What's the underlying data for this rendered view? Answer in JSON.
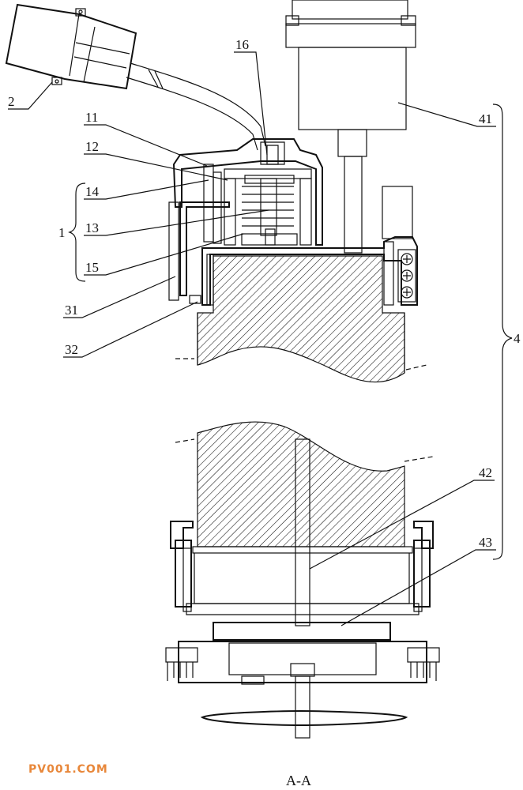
{
  "labels": {
    "l2": "2",
    "l1": "1",
    "l11": "11",
    "l12": "12",
    "l13": "13",
    "l14": "14",
    "l15": "15",
    "l16": "16",
    "l31": "31",
    "l32": "32",
    "l4": "4",
    "l41": "41",
    "l42": "42",
    "l43": "43"
  },
  "section_label": "A-A",
  "watermark": "PV001.COM",
  "colors": {
    "line": "#111111",
    "watermark": "#e8873a"
  }
}
